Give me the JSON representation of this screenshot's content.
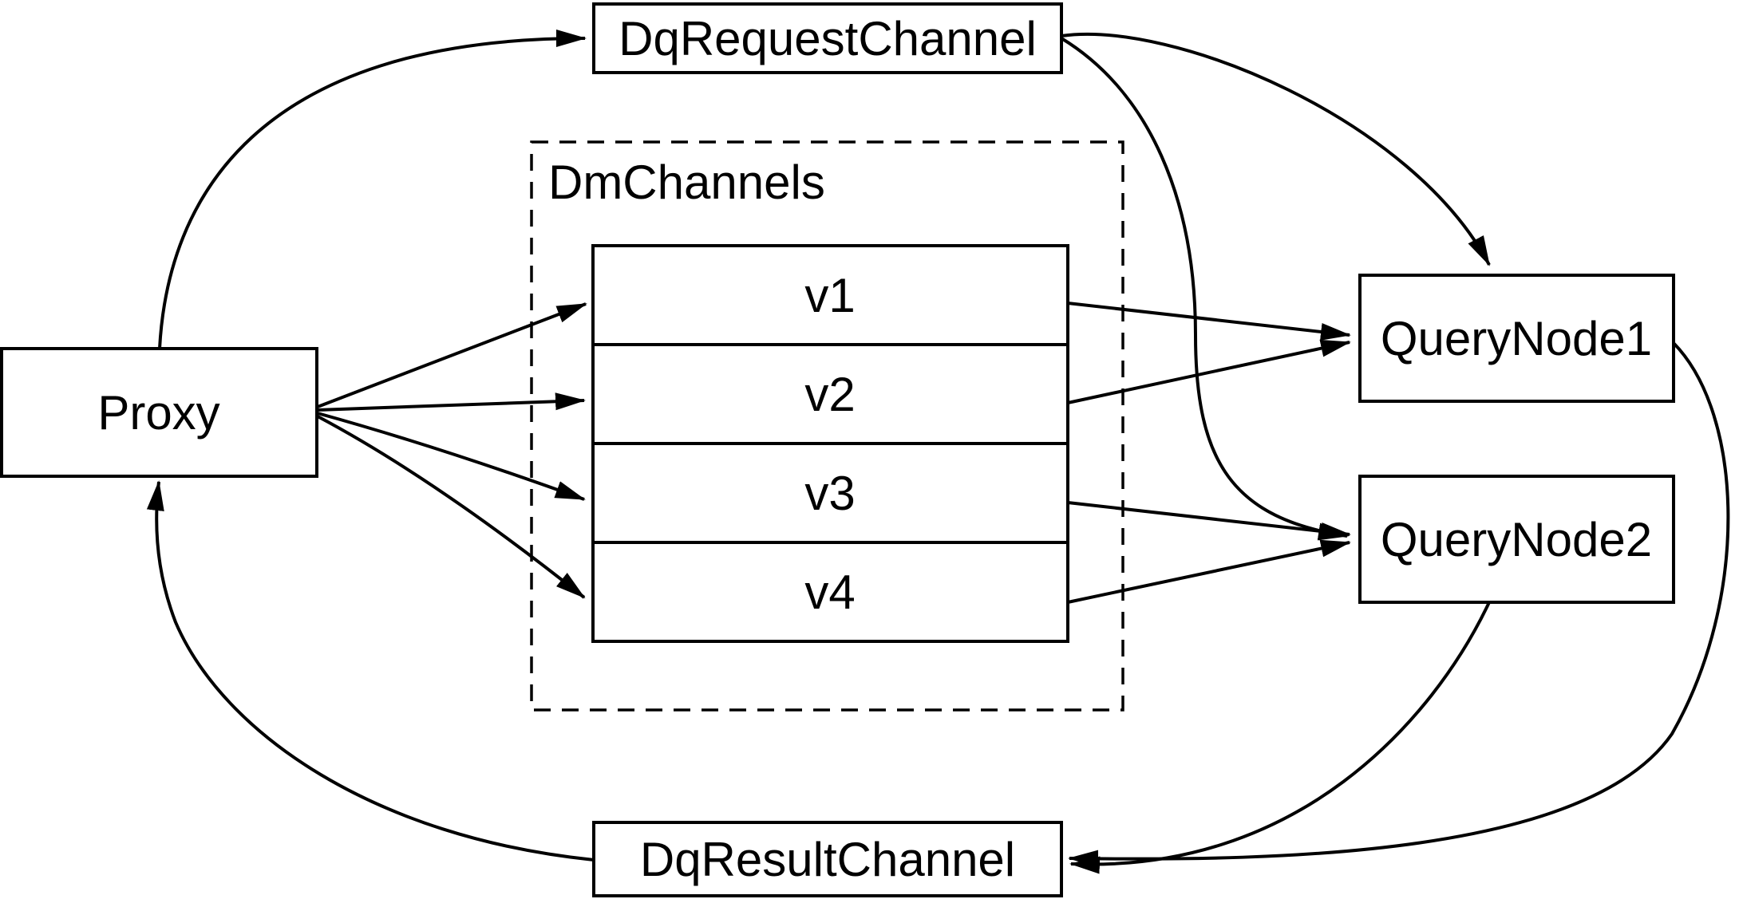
{
  "diagram": {
    "colors": {
      "background": "#ffffff",
      "stroke": "#000000",
      "text": "#000000",
      "node_fill": "#ffffff"
    },
    "nodes": {
      "proxy": {
        "label": "Proxy",
        "shape": "rect"
      },
      "dq_request_channel": {
        "label": "DqRequestChannel",
        "shape": "rect"
      },
      "dm_channels_group": {
        "label": "DmChannels",
        "shape": "dashed-rect"
      },
      "channel_v1": {
        "label": "v1",
        "shape": "table-row"
      },
      "channel_v2": {
        "label": "v2",
        "shape": "table-row"
      },
      "channel_v3": {
        "label": "v3",
        "shape": "table-row"
      },
      "channel_v4": {
        "label": "v4",
        "shape": "table-row"
      },
      "query_node_1": {
        "label": "QueryNode1",
        "shape": "rect"
      },
      "query_node_2": {
        "label": "QueryNode2",
        "shape": "rect"
      },
      "dq_result_channel": {
        "label": "DqResultChannel",
        "shape": "rect"
      }
    },
    "edges": [
      {
        "from": "proxy",
        "to": "dq_request_channel",
        "style": "curved-arrow"
      },
      {
        "from": "dq_request_channel",
        "to": "query_node_1",
        "style": "curved-arrow"
      },
      {
        "from": "dq_request_channel",
        "to": "query_node_2",
        "style": "curved-arrow"
      },
      {
        "from": "proxy",
        "to": "channel_v1",
        "style": "arrow"
      },
      {
        "from": "proxy",
        "to": "channel_v2",
        "style": "arrow"
      },
      {
        "from": "proxy",
        "to": "channel_v3",
        "style": "arrow"
      },
      {
        "from": "proxy",
        "to": "channel_v4",
        "style": "arrow"
      },
      {
        "from": "channel_v1",
        "to": "query_node_1",
        "style": "arrow"
      },
      {
        "from": "channel_v2",
        "to": "query_node_1",
        "style": "arrow"
      },
      {
        "from": "channel_v3",
        "to": "query_node_2",
        "style": "arrow"
      },
      {
        "from": "channel_v4",
        "to": "query_node_2",
        "style": "arrow"
      },
      {
        "from": "query_node_1",
        "to": "dq_result_channel",
        "style": "curved-arrow"
      },
      {
        "from": "query_node_2",
        "to": "dq_result_channel",
        "style": "curved-arrow"
      },
      {
        "from": "dq_result_channel",
        "to": "proxy",
        "style": "curved-arrow"
      }
    ]
  }
}
